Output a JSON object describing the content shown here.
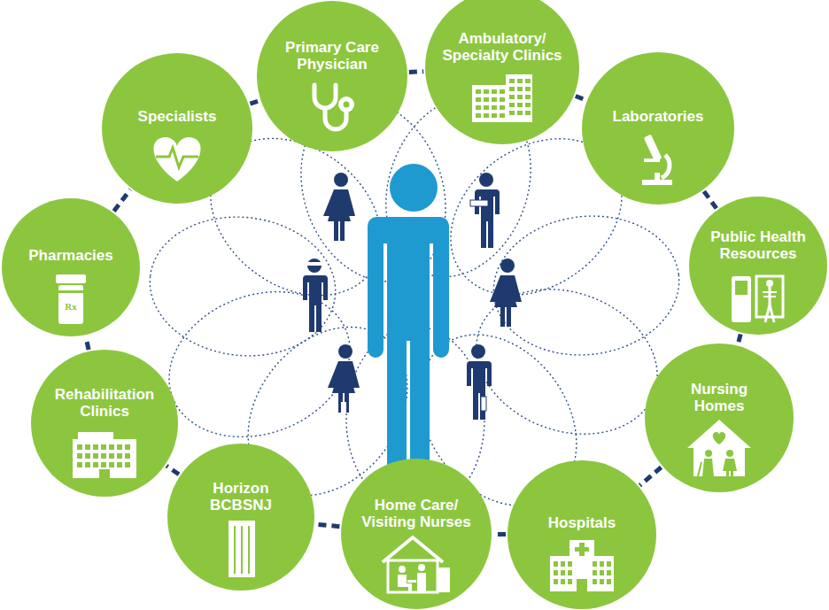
{
  "diagram": {
    "nodes": [
      {
        "text": [
          "Primary Care Physician"
        ]
      },
      {
        "text": [
          "Ambulatory/ Specialty Clinics"
        ]
      },
      {
        "text": [
          "Laboratories"
        ]
      },
      {
        "text": [
          "Public Health Resources"
        ]
      },
      {
        "text": [
          "Nursing Homes"
        ]
      },
      {
        "text": [
          "Hospitals"
        ]
      },
      {
        "text": [
          "Home Care/ Visiting Nurses"
        ]
      },
      {
        "text": [
          "Horizon BCBSNJ"
        ]
      },
      {
        "text": [
          "Rehabilitation Clinics"
        ]
      },
      {
        "text": [
          "Pharmacies"
        ]
      },
      {
        "text": [
          "Specialists"
        ]
      }
    ],
    "edges": [
      {
        "from": 0,
        "to": 1,
        "arrow": "none"
      },
      {
        "from": 1,
        "to": 2,
        "arrow": "none"
      },
      {
        "from": 2,
        "to": 3,
        "arrow": "none"
      },
      {
        "from": 3,
        "to": 4,
        "arrow": "none"
      },
      {
        "from": 4,
        "to": 5,
        "arrow": "none"
      },
      {
        "from": 5,
        "to": 6,
        "arrow": "none"
      },
      {
        "from": 6,
        "to": 7,
        "arrow": "none"
      },
      {
        "from": 7,
        "to": 8,
        "arrow": "none"
      },
      {
        "from": 8,
        "to": 9,
        "arrow": "none"
      },
      {
        "from": 9,
        "to": 10,
        "arrow": "none"
      },
      {
        "from": 10,
        "to": 0,
        "arrow": "none"
      }
    ],
    "labels": [
      "Rx"
    ]
  }
}
